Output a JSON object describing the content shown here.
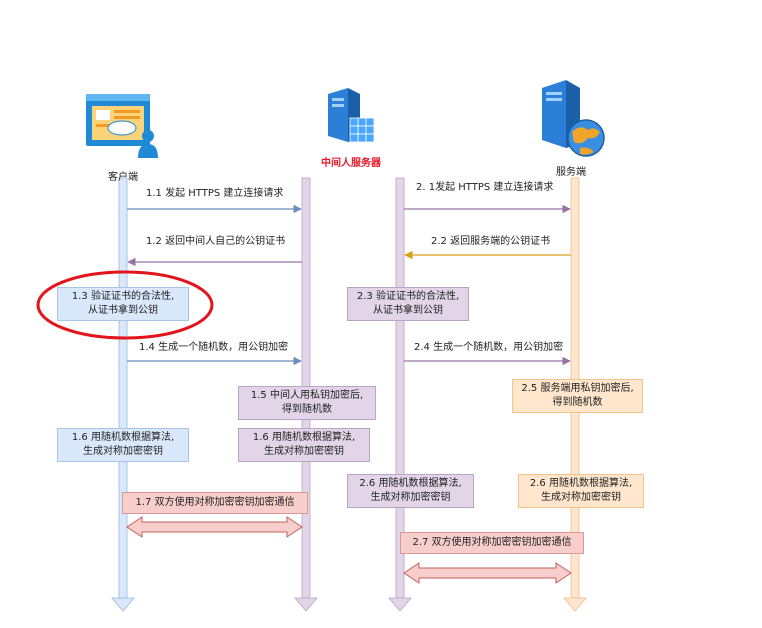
{
  "actors": {
    "client": "客户端",
    "mitm": "中间人服务器",
    "server": "服务端"
  },
  "messages": {
    "m1_1": "1.1 发起 HTTPS 建立连接请求",
    "m1_2": "1.2 返回中间人自己的公钥证书",
    "m1_4": "1.4 生成一个随机数，用公钥加密",
    "m2_1": "2. 1发起 HTTPS 建立连接请求",
    "m2_2": "2.2 返回服务端的公钥证书",
    "m2_4": "2.4 生成一个随机数，用公钥加密"
  },
  "steps": {
    "s1_3": {
      "line1": "1.3 验证证书的合法性,",
      "line2": "从证书拿到公钥"
    },
    "s2_3": {
      "line1": "2.3 验证证书的合法性,",
      "line2": "从证书拿到公钥"
    },
    "s1_5": {
      "line1": "1.5 中间人用私钥加密后,",
      "line2": "得到随机数"
    },
    "s2_5": {
      "line1": "2.5 服务端用私钥加密后,",
      "line2": "得到随机数"
    },
    "s1_6_client": {
      "line1": "1.6 用随机数根据算法,",
      "line2": "生成对称加密密钥"
    },
    "s1_6_mitm": {
      "line1": "1.6 用随机数根据算法,",
      "line2": "生成对称加密密钥"
    },
    "s2_6_mitm": {
      "line1": "2.6 用随机数根据算法,",
      "line2": "生成对称加密密钥"
    },
    "s2_6_server": {
      "line1": "2.6 用随机数根据算法,",
      "line2": "生成对称加密密钥"
    },
    "s1_7": "1.7 双方使用对称加密密钥加密通信",
    "s2_7": "2.7 双方使用对称加密密钥加密通信"
  },
  "colors": {
    "client_line": "#dae8fc",
    "mitm_line": "#e1d5e7",
    "server_line": "#ffe6cc",
    "client_arrow": "#6c8ebf",
    "mitm_arrow": "#9673a6",
    "server_arrow": "#d6a11b",
    "highlight_ellipse": "#e3141b",
    "mitm_label": "#e8192c"
  },
  "icons": {
    "client": "browser-window-user-icon",
    "mitm": "server-tower-grid-icon",
    "server": "server-globe-icon"
  }
}
